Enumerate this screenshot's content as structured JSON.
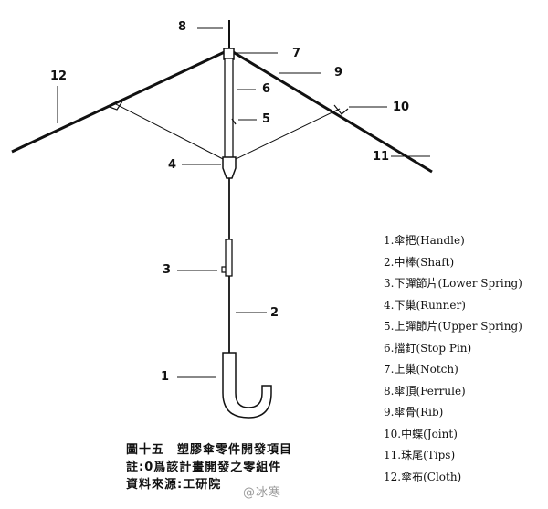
{
  "callouts": {
    "n1": "1",
    "n2": "2",
    "n3": "3",
    "n4": "4",
    "n5": "5",
    "n6": "6",
    "n7": "7",
    "n8": "8",
    "n9": "9",
    "n10": "10",
    "n11": "11",
    "n12": "12"
  },
  "legend": [
    "1.傘把(Handle)",
    "2.中棒(Shaft)",
    "3.下彈節片(Lower Spring)",
    "4.下巢(Runner)",
    "5.上彈節片(Upper Spring)",
    "6.擋釘(Stop Pin)",
    "7.上巢(Notch)",
    "8.傘頂(Ferrule)",
    "9.傘骨(Rib)",
    "10.中蝶(Joint)",
    "11.珠尾(Tips)",
    "12.傘布(Cloth)"
  ],
  "caption": {
    "line1": "圖十五　塑膠傘零件開發項目",
    "line2": "註:0爲該計畫開發之零組件",
    "line3": "資料來源:工研院"
  },
  "watermark": "@冰寒"
}
